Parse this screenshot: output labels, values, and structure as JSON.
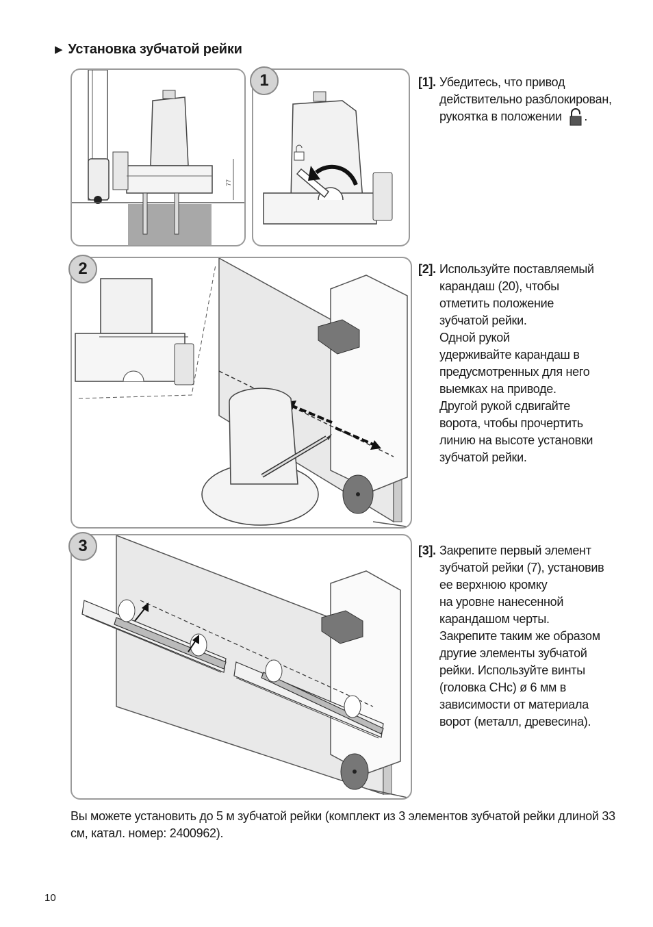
{
  "heading": {
    "marker": "▶",
    "title": "Установка зубчатой рейки"
  },
  "figures": {
    "top_left_dimension": "77",
    "badge1": "1",
    "badge2": "2",
    "badge3": "3"
  },
  "steps": [
    {
      "num": "[1].",
      "lines": [
        "Убедитесь, что привод",
        "действительно разблокирован,",
        "рукоятка в положении"
      ],
      "tail": "."
    },
    {
      "num": "[2].",
      "lines": [
        "Используйте поставляемый",
        "карандаш (20), чтобы",
        "отметить положение",
        "зубчатой рейки.",
        "Одной рукой",
        "удерживайте карандаш в",
        "предусмотренных для него",
        "выемках на приводе.",
        "Другой рукой сдвигайте",
        "ворота, чтобы прочертить",
        "линию на высоте установки",
        "зубчатой рейки."
      ]
    },
    {
      "num": "[3].",
      "lines": [
        "Закрепите первый элемент",
        "зубчатой рейки (7), установив",
        "ее верхнюю кромку",
        "на уровне нанесенной",
        "карандашом черты.",
        "Закрепите таким же образом",
        "другие элементы зубчатой",
        "рейки. Используйте винты",
        "(головка CHc) ø 6 мм в",
        "зависимости от материала",
        "ворот (металл, древесина)."
      ]
    }
  ],
  "note": "Вы можете установить до 5 м зубчатой рейки (комплект из 3 элементов зубчатой рейки длиной 33 см, катал. номер: 2400962).",
  "page_number": "10",
  "icons": {
    "unlocked": "unlocked-padlock-icon"
  }
}
